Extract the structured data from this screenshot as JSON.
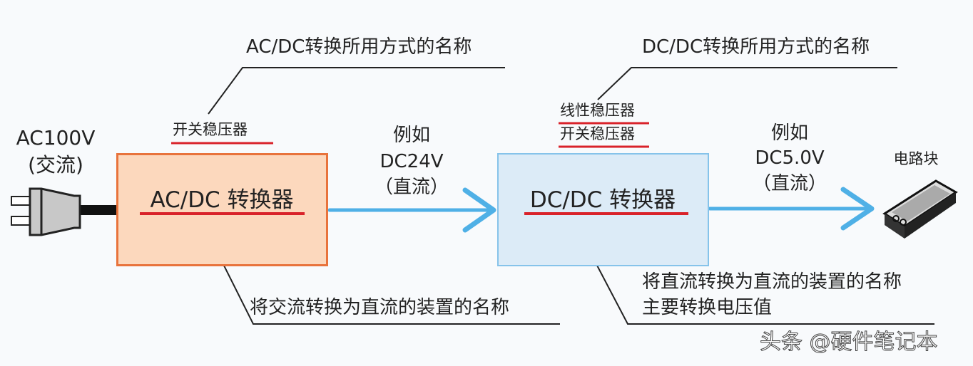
{
  "top_left_callout": "AC/DC转换所用方式的名称",
  "top_right_callout": "DC/DC转换所用方式的名称",
  "input": {
    "voltage": "AC100V",
    "type": "(交流)"
  },
  "ac_dc": {
    "method": "开关稳压器",
    "label": "AC/DC 转换器",
    "description": "将交流转换为直流的装置的名称"
  },
  "middle": {
    "example": "例如",
    "voltage": "DC24V",
    "type": "（直流）"
  },
  "dc_dc": {
    "method_1": "线性稳压器",
    "method_2": "开关稳压器",
    "label": "DC/DC 转换器",
    "description_1": "将直流转换为直流的装置的名称",
    "description_2": "主要转换电压值"
  },
  "output": {
    "example": "例如",
    "voltage": "DC5.0V",
    "type": "（直流）",
    "load": "电路块"
  },
  "watermark": "头条 @硬件笔记本",
  "colors": {
    "ac_box_fill": "#fcd8bd",
    "ac_box_border": "#e8733c",
    "dc_box_fill": "#dcebf7",
    "dc_box_border": "#86c3ea",
    "arrow": "#4fb0e6",
    "underline": "#d9222a"
  }
}
